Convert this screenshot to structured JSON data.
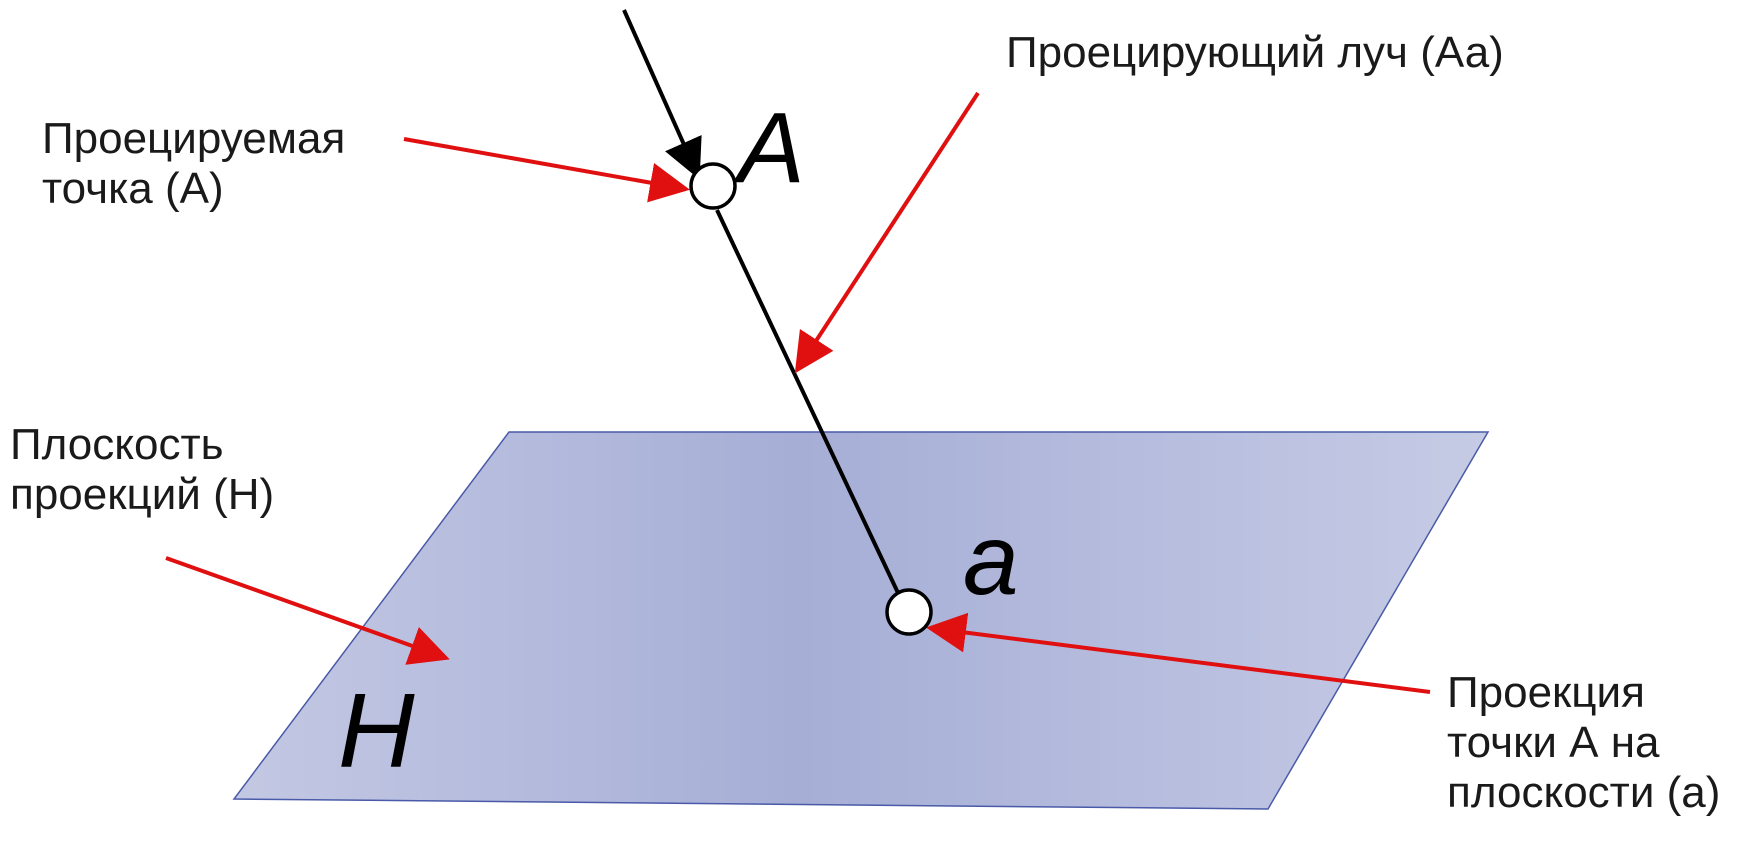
{
  "diagram": {
    "labels": {
      "projected_point": [
        "Проецируемая",
        "точка (A)"
      ],
      "projecting_ray": "Проецирующий луч (Аа)",
      "projection_plane": [
        "Плоскость",
        "проекций (H)"
      ],
      "projection_of_point": [
        "Проекция",
        "точки А на",
        "плоскости (а)"
      ]
    },
    "letters": {
      "point_A": "A",
      "point_a": "a",
      "plane_H": "H"
    },
    "colors": {
      "plane_fill_light": "#bcc2df",
      "plane_fill_mid": "#a5add4",
      "plane_edge": "#4a5aa8",
      "ray": "#000000",
      "callout_arrow": "#e01010",
      "point_fill": "#ffffff",
      "point_stroke": "#000000"
    }
  }
}
